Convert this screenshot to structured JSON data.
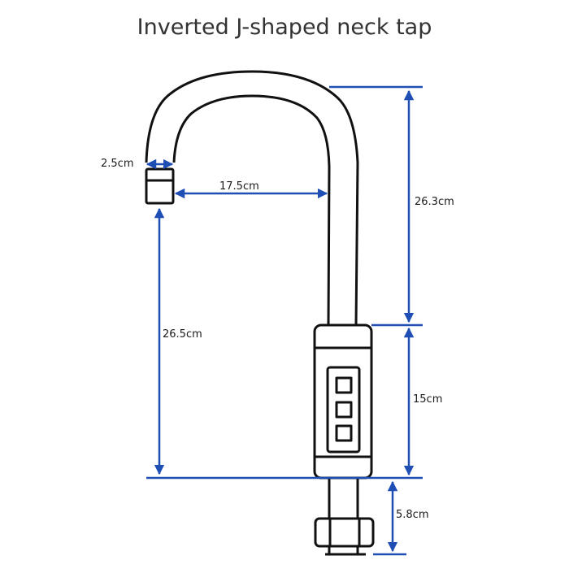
{
  "title": "Inverted J-shaped neck tap",
  "dimensions": {
    "spout_diameter": "2.5cm",
    "reach": "17.5cm",
    "neck_height": "26.3cm",
    "spout_clearance": "26.5cm",
    "body_height": "15cm",
    "base_height": "5.8cm"
  },
  "colors": {
    "dimension_line": "#1f4fb5",
    "outline": "#111111",
    "text": "#1a1a1a"
  },
  "controls": [
    "button",
    "button",
    "button"
  ]
}
